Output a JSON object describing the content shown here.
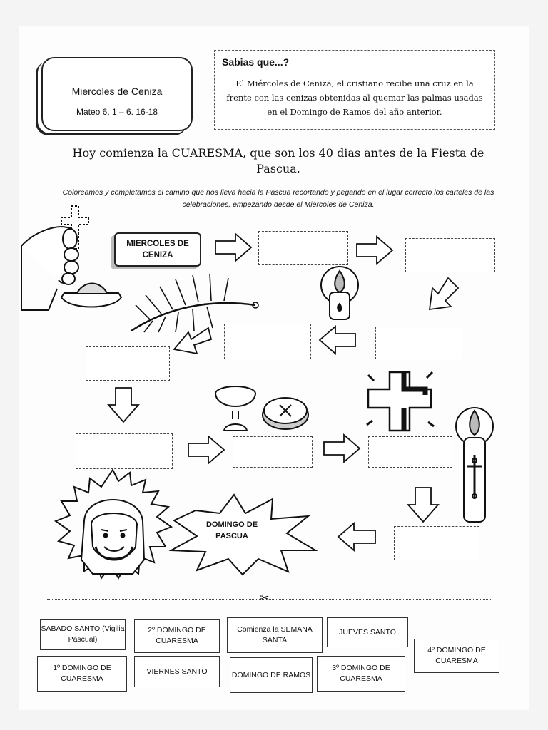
{
  "title_box": {
    "title": "Miercoles de Ceniza",
    "reference": "Mateo 6, 1 – 6. 16-18"
  },
  "info_box": {
    "heading": "Sabias que...?",
    "text": "El Miércoles de Ceniza, el cristiano recibe una cruz en la frente con las cenizas obtenidas al quemar las palmas usadas en el Domingo de Ramos del año anterior."
  },
  "headline": "Hoy comienza la CUARESMA, que son los 40 dias antes de la Fiesta de Pascua.",
  "instructions": "Coloreamos y completamos el camino que nos lleva hacia la Pascua recortando y pegando en el lugar correcto los carteles de las celebraciones, empezando desde el Miercoles de Ceniza.",
  "path": {
    "start_label": "MIERCOLES DE CENIZA",
    "end_label": "DOMINGO DE PASCUA"
  },
  "cards": [
    "SABADO SANTO (Vigilia Pascual)",
    "2º DOMINGO DE CUARESMA",
    "Comienza la SEMANA SANTA",
    "JUEVES SANTO",
    "4º DOMINGO DE CUARESMA",
    "1º DOMINGO DE CUARESMA",
    "VIERNES SANTO",
    "DOMINGO DE RAMOS",
    "3º DOMINGO DE CUARESMA"
  ],
  "icons": {
    "scissors": "scissors-icon"
  }
}
